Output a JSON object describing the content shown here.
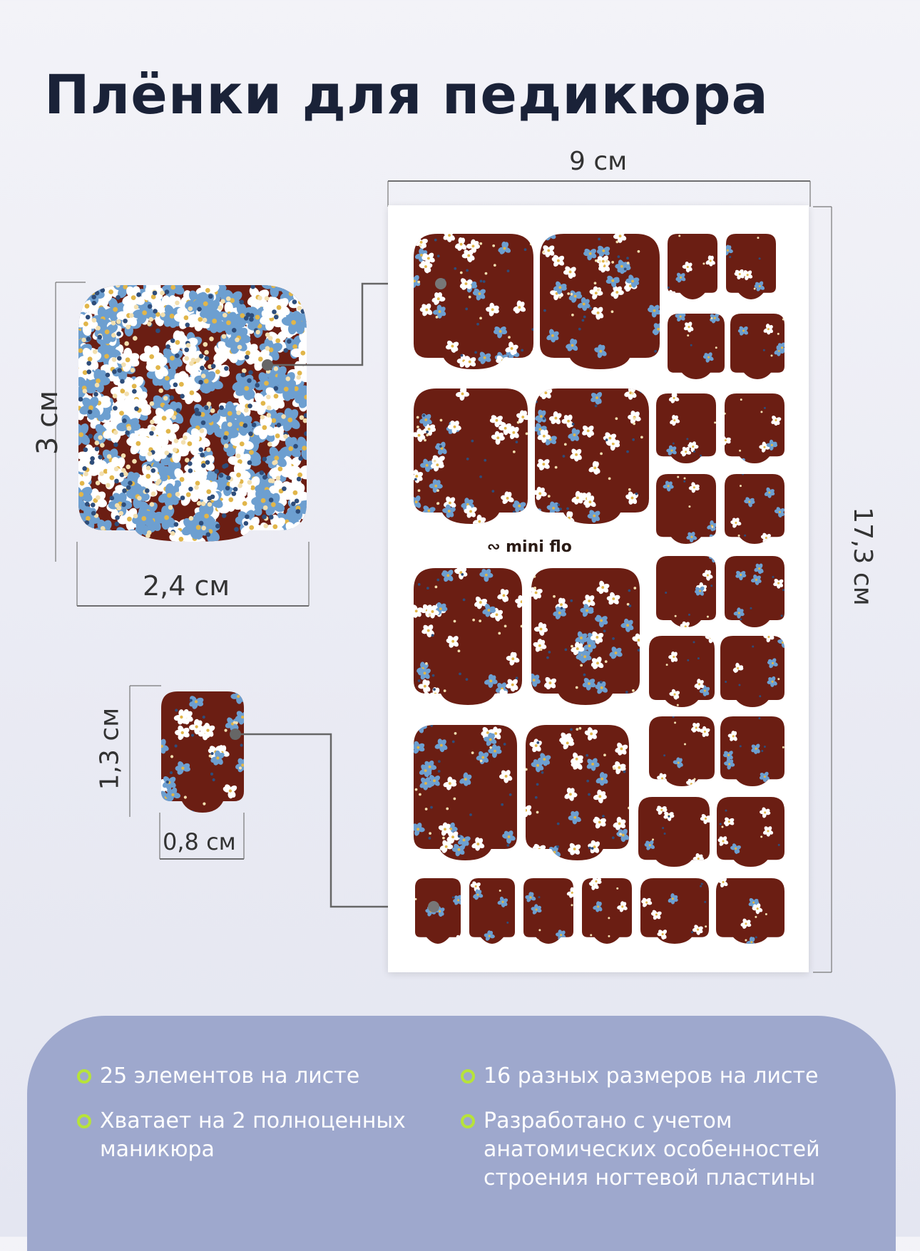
{
  "title": "Плёнки для педикюра",
  "dimensions": {
    "sheet_width": "9 см",
    "sheet_height": "17,3 см",
    "large_height": "3 см",
    "large_width": "2,4 см",
    "small_height": "1,3 см",
    "small_width": "0,8 см"
  },
  "brand": "mini flo",
  "colors": {
    "sticker_brown": "#6b1e13",
    "flower_blue": "#6d9fd0",
    "flower_white": "#ffffff",
    "bullet_green": "#b7e33a",
    "panel": "#9ea8cd"
  },
  "features": [
    "25 элементов на листе",
    "16 разных размеров на листе",
    "Хватает на 2 полноценных маникюра",
    "Разработано с учетом анатомических особенностей строения ногтевой пластины"
  ]
}
